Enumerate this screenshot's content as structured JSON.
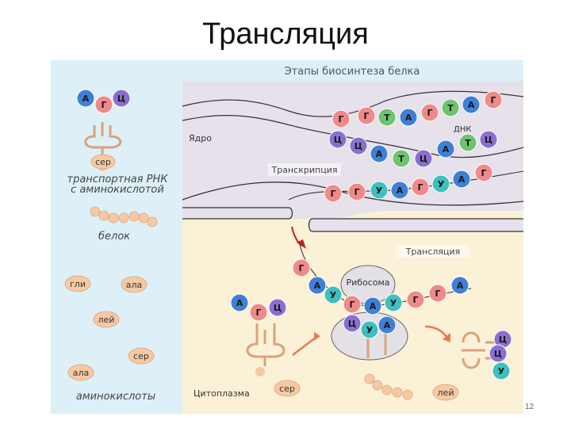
{
  "slide": {
    "title": "Трансляция",
    "page_number": "12"
  },
  "figure": {
    "header": "Этапы биосинтеза белка",
    "labels": {
      "nucleus": "Ядро",
      "dna": "ДНК",
      "transcription": "Транскрипция",
      "translation": "Трансляция",
      "ribosome": "Рибосома",
      "cytoplasm": "Цитоплазма",
      "trna_caption_1": "транспортная РНК",
      "trna_caption_2": "с аминокислотой",
      "protein": "белок",
      "amino_acids": "аминокислоты"
    },
    "amino_acids": {
      "tl_trna_aa": "сер",
      "gli": "гли",
      "ala1": "ала",
      "lei1": "лей",
      "ser1": "сер",
      "ala2": "ала",
      "ser_bottom": "сер",
      "lei_bottom": "лей"
    },
    "nucleotides": {
      "legend_trna": [
        "А",
        "Г",
        "Ц"
      ],
      "dna_top": [
        "Г",
        "Г",
        "Т",
        "А",
        "Г",
        "Т",
        "А",
        "Г"
      ],
      "dna_bottom": [
        "Ц",
        "Ц",
        "А",
        "Т",
        "Ц",
        "А",
        "Т",
        "Ц"
      ],
      "mrna_nucleus": [
        "Г",
        "Г",
        "У",
        "А",
        "Г",
        "У",
        "А",
        "Г"
      ],
      "mrna_cytoplasm": [
        "Г",
        "А",
        "У",
        "Г",
        "А",
        "У",
        "Г",
        "Г",
        "А"
      ],
      "trna_free": [
        "А",
        "Г",
        "Ц"
      ],
      "trna_ribosome_1": [
        "Ц",
        "У",
        "А"
      ],
      "trna_ribosome_2": [
        "Ц",
        "Ц",
        "У"
      ]
    },
    "colors": {
      "А": "#3f7fd6",
      "Г": "#f08a8a",
      "Ц": "#8a6fd0",
      "Т": "#6ec46e",
      "У": "#3fbfbf",
      "nucleus_bg": "#e6e1ea",
      "cytoplasm_bg": "#fbf1d6",
      "left_panel_bg": "#ddf0f7",
      "amino_acid": "#f6c9a3"
    }
  }
}
